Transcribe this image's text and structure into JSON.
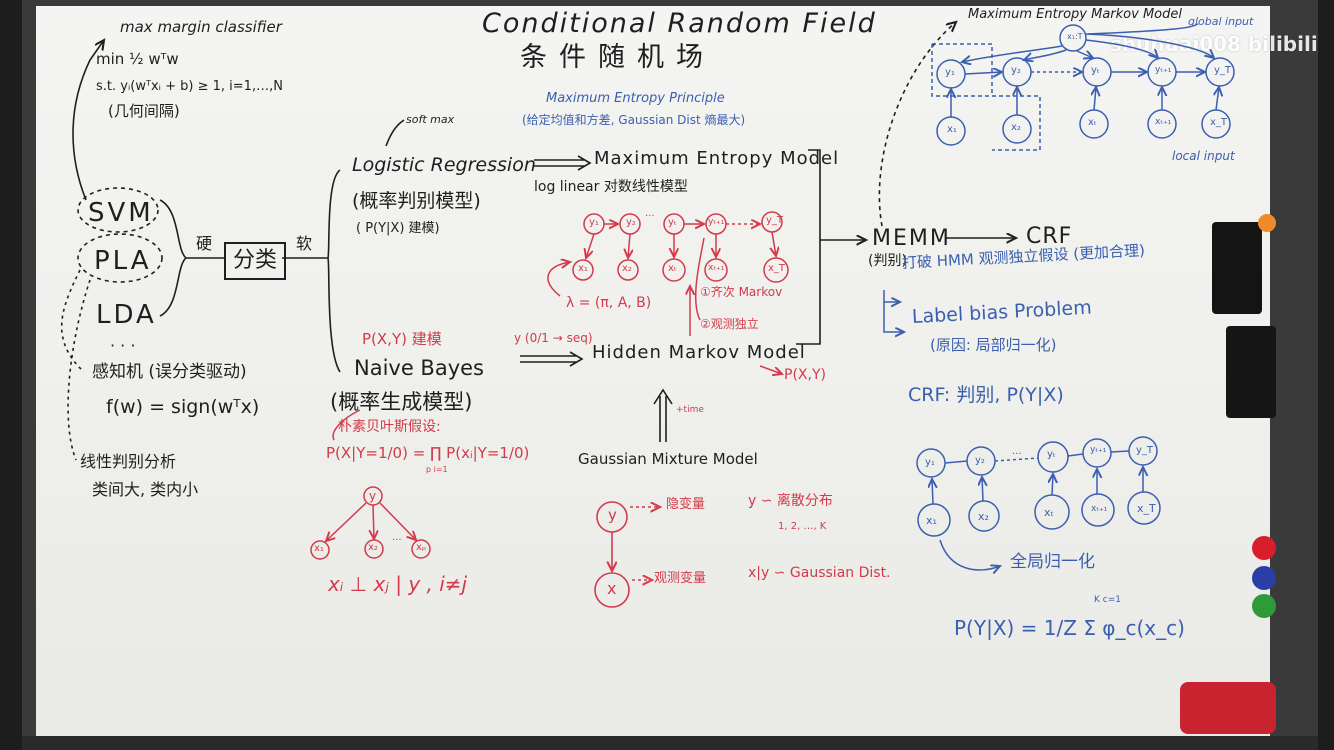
{
  "title": {
    "en": "Conditional Random Field",
    "zh": "条件随机场"
  },
  "watermark": "shuhuai008 bilibili",
  "svm": {
    "label": "SVM",
    "note": "max margin classifier",
    "formula1": "min ½ wᵀw",
    "formula2": "s.t.  yᵢ(wᵀxᵢ + b) ≥ 1, i=1,…,N",
    "note2": "(几何间隔)"
  },
  "pla": "PLA",
  "lda": "LDA",
  "ellipsis": "· · ·",
  "classify": "分类",
  "hard": "硬",
  "soft": "软",
  "perceptron": {
    "line1": "感知机 (误分类驱动)",
    "line2": "f(w) = sign(wᵀx)"
  },
  "lda_note": {
    "line1": "线性判别分析",
    "line2": "类间大, 类内小"
  },
  "lr": {
    "softmax": "soft max",
    "name": "Logistic Regression",
    "zh": "(概率判别模型)",
    "p": "( P(Y|X) 建模)"
  },
  "nb": {
    "p": "P(X,Y) 建模",
    "name": "Naive Bayes",
    "zh": "(概率生成模型)",
    "assume": "朴素贝叶斯假设:",
    "formula": "P(X|Y=1/0) = ∏ P(xᵢ|Y=1/0)",
    "prod": "p   i=1",
    "indep": "xᵢ ⊥ xⱼ | y , i≠j",
    "y": "y",
    "x1": "x₁",
    "x2": "x₂",
    "xp": "xₚ",
    "dots": "···"
  },
  "mep": {
    "name": "Maximum Entropy Principle",
    "note": "(给定均值和方差, Gaussian Dist 熵最大)"
  },
  "mem": {
    "name": "Maximum Entropy Model",
    "loglinear": "log linear 对数线性模型"
  },
  "hmm": {
    "name": "Hidden Markov Model",
    "pxy": "P(X,Y)",
    "lambda": "λ = (π, A, B)",
    "assume1": "①齐次 Markov",
    "assume2": "②观测独立",
    "seq": "y (0/1 → seq)",
    "y": [
      "y₁",
      "y₂",
      "yₜ",
      "yₜ₊₁",
      "y_T"
    ],
    "x": [
      "x₁",
      "x₂",
      "xₜ",
      "xₜ₊₁",
      "x_T"
    ],
    "dots": "···"
  },
  "gmm": {
    "name": "Gaussian Mixture Model",
    "plustime": "+time",
    "y": "y",
    "x": "x",
    "latent": "隐变量",
    "observed": "观测变量",
    "ydist": "y ∽ 离散分布",
    "yvals": "1, 2, …, K",
    "xdist": "x|y ∽ Gaussian Dist."
  },
  "memm": {
    "name": "MEMM",
    "zh": "(判别)",
    "crf": "CRF",
    "break": "打破 HMM 观测独立假设 (更加合理)",
    "lbp": "Label bias Problem",
    "cause": "(原因: 局部归一化)",
    "top_title": "Maximum Entropy Markov Model",
    "global": "global input",
    "local": "local input",
    "y": [
      "y₁",
      "y₂",
      "yₜ",
      "yₜ₊₁",
      "y_T"
    ],
    "x": [
      "x₁",
      "x₂",
      "xₜ",
      "xₜ₊₁",
      "x_T"
    ],
    "xg": "x₁:T"
  },
  "crf": {
    "def": "CRF: 判别, P(Y|X)",
    "norm": "全局归一化",
    "formula": "P(Y|X) = 1/Z Σ φ_c(x_c)",
    "sum": "K  c=1",
    "y": [
      "y₁",
      "y₂",
      "yₜ",
      "yₜ₊₁",
      "y_T"
    ],
    "x": [
      "x₁",
      "x₂",
      "xₜ",
      "xₜ₊₁",
      "x_T"
    ],
    "dots": "···"
  },
  "colors": {
    "black": "#1f1f1f",
    "red": "#d43a4a",
    "blue": "#3b5fb0"
  }
}
